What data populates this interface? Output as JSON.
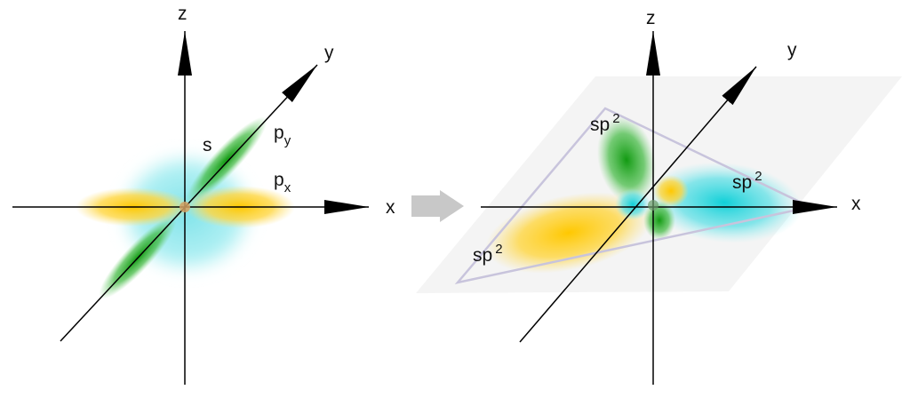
{
  "colors": {
    "s_orbital": "#7fe3ea",
    "px_orbital": "#ffc800",
    "py_orbital": "#1ea61e",
    "plane": "#f4f4f4",
    "triangle": "#c8c4dc",
    "arrow": "#c8c8c8"
  },
  "left_panel": {
    "axes": {
      "x": "x",
      "y": "y",
      "z": "z"
    },
    "orbitals": {
      "s": "s",
      "py_base": "p",
      "py_sub": "y",
      "px_base": "p",
      "px_sub": "x"
    }
  },
  "right_panel": {
    "axes": {
      "x": "x",
      "y": "y",
      "z": "z"
    },
    "hybrids": [
      {
        "base": "sp",
        "sup": "2"
      },
      {
        "base": "sp",
        "sup": "2"
      },
      {
        "base": "sp",
        "sup": "2"
      }
    ]
  },
  "transition_arrow_icon": "right-arrow"
}
